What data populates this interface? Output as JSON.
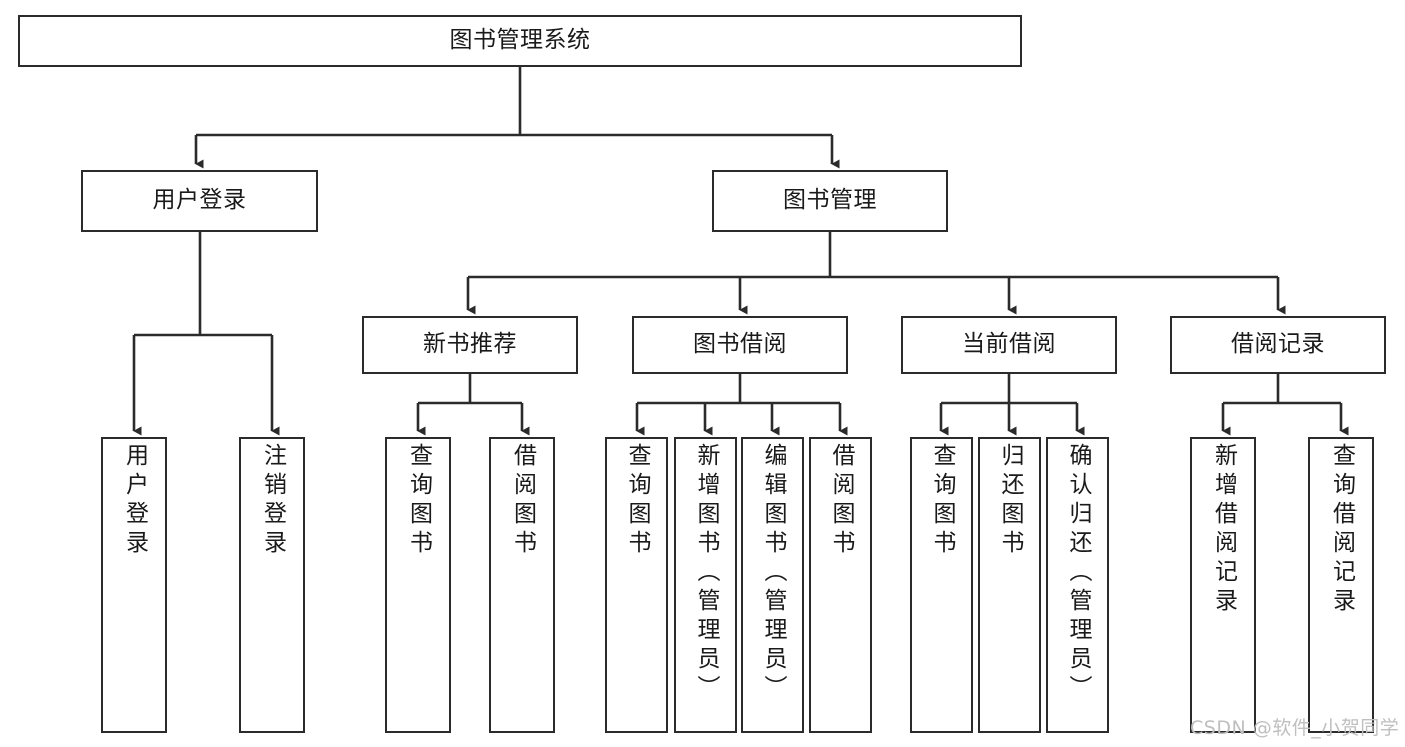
{
  "diagram": {
    "title": "图书管理系统",
    "type": "tree",
    "root": {
      "id": "root",
      "label": "图书管理系统"
    },
    "level1": [
      {
        "id": "user-login",
        "label": "用户登录"
      },
      {
        "id": "book-manage",
        "label": "图书管理"
      }
    ],
    "level2": [
      {
        "id": "new-book-rec",
        "label": "新书推荐"
      },
      {
        "id": "book-borrow",
        "label": "图书借阅"
      },
      {
        "id": "current-borrow",
        "label": "当前借阅"
      },
      {
        "id": "borrow-record",
        "label": "借阅记录"
      }
    ],
    "leaves": {
      "user_login": [
        {
          "id": "leaf-user-login",
          "label": "用户登录"
        },
        {
          "id": "leaf-logout",
          "label": "注销登录"
        }
      ],
      "new_book_rec": [
        {
          "id": "leaf-query-book-1",
          "label": "查询图书"
        },
        {
          "id": "leaf-borrow-book-1",
          "label": "借阅图书"
        }
      ],
      "book_borrow": [
        {
          "id": "leaf-query-book-2",
          "label": "查询图书"
        },
        {
          "id": "leaf-add-book",
          "label": "新增图书（管理员）"
        },
        {
          "id": "leaf-edit-book",
          "label": "编辑图书（管理员）"
        },
        {
          "id": "leaf-borrow-book-2",
          "label": "借阅图书"
        }
      ],
      "current_borrow": [
        {
          "id": "leaf-query-book-3",
          "label": "查询图书"
        },
        {
          "id": "leaf-return-book",
          "label": "归还图书"
        },
        {
          "id": "leaf-confirm-return",
          "label": "确认归还（管理员）"
        }
      ],
      "borrow_record": [
        {
          "id": "leaf-add-record",
          "label": "新增借阅记录"
        },
        {
          "id": "leaf-query-record",
          "label": "查询借阅记录"
        }
      ]
    }
  },
  "watermark": {
    "text": "CSDN @软件_小贺同学"
  },
  "colors": {
    "stroke": "#2b2b2b",
    "background": "#ffffff",
    "text": "#1a1a1a",
    "watermark": "#bfbfbf"
  }
}
